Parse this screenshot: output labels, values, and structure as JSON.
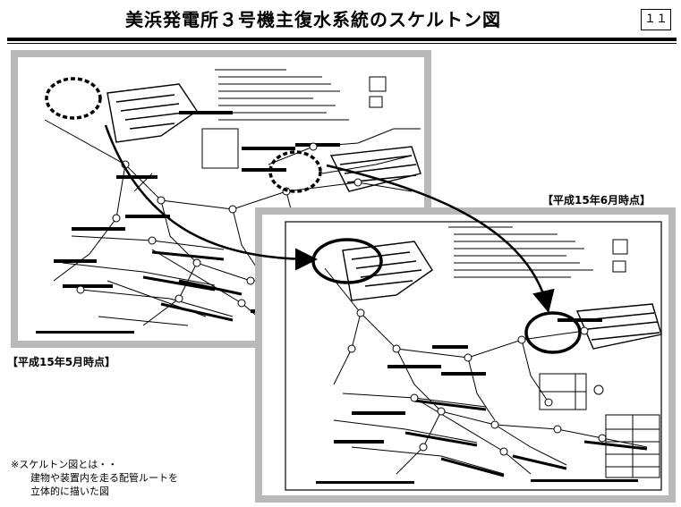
{
  "header": {
    "title": "美浜発電所３号機主復水系統のスケルトン図",
    "page_number": "１１"
  },
  "drawings": {
    "may": {
      "label": "【平成15年5月時点】"
    },
    "june": {
      "label": "【平成15年6月時点】"
    }
  },
  "note": {
    "line1": "※スケルトン図とは・・",
    "line2": "建物や装置内を走る配管ルートを",
    "line3": "立体的に描いた図"
  },
  "colors": {
    "frame": "#b9b9b9",
    "ink": "#000000"
  }
}
